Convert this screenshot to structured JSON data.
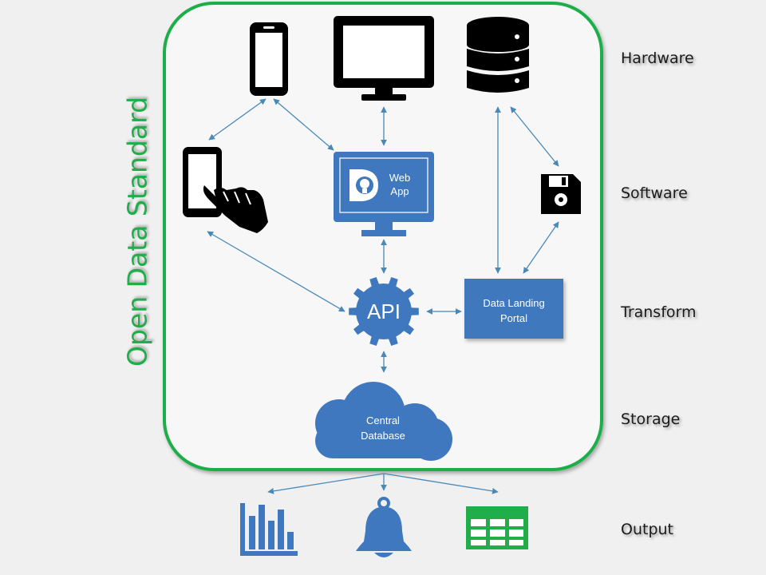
{
  "title": "Open Data Standard",
  "layers": [
    "Hardware",
    "Software",
    "Transform",
    "Storage",
    "Output"
  ],
  "nodes": {
    "web_app": {
      "line1": "Web",
      "line2": "App"
    },
    "api": "API",
    "data_landing": {
      "line1": "Data Landing",
      "line2": "Portal"
    },
    "central_db": {
      "line1": "Central",
      "line2": "Database"
    }
  },
  "colors": {
    "frame_border": "#1fae4a",
    "panel": "#f7f7f7",
    "node_blue": "#3f78be",
    "arrow": "#4a88b8",
    "output_blue": "#3f78be",
    "output_green": "#1fae4a",
    "icon_black": "#000000"
  },
  "icons": [
    "smartphone-icon",
    "monitor-icon",
    "database-stack-icon",
    "tablet-touch-icon",
    "floppy-disk-icon",
    "bar-chart-icon",
    "bell-icon",
    "table-grid-icon"
  ]
}
